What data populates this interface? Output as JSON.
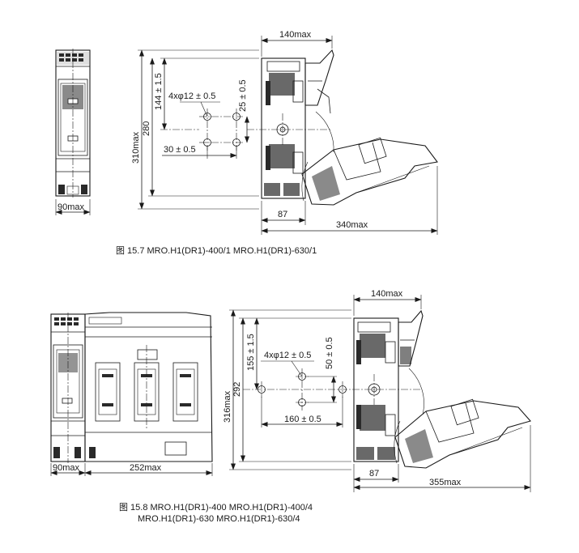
{
  "fig1": {
    "caption": "图 15.7  MRO.H1(DR1)-400/1   MRO.H1(DR1)-630/1",
    "dims": {
      "w140": "140max",
      "h310": "310max",
      "h280": "280",
      "v144": "144 ± 1.5",
      "holes": "4xφ12 ± 0.5",
      "v25": "25 ± 0.5",
      "h30": "30 ± 0.5",
      "w90": "90max",
      "w87": "87",
      "w340": "340max"
    }
  },
  "fig2": {
    "caption_line1": "图 15.8  MRO.H1(DR1)-400   MRO.H1(DR1)-400/4",
    "caption_line2": "MRO.H1(DR1)-630   MRO.H1(DR1)-630/4",
    "dims": {
      "w140": "140max",
      "h316": "316max",
      "h292": "292",
      "v155": "155 ± 1.5",
      "holes": "4xφ12 ± 0.5",
      "v50": "50 ± 0.5",
      "h160": "160 ± 0.5",
      "w90": "90max",
      "w252": "252max",
      "w87": "87",
      "w355": "355max"
    }
  },
  "markers": {
    "arrow": "arrowhead-icon"
  }
}
